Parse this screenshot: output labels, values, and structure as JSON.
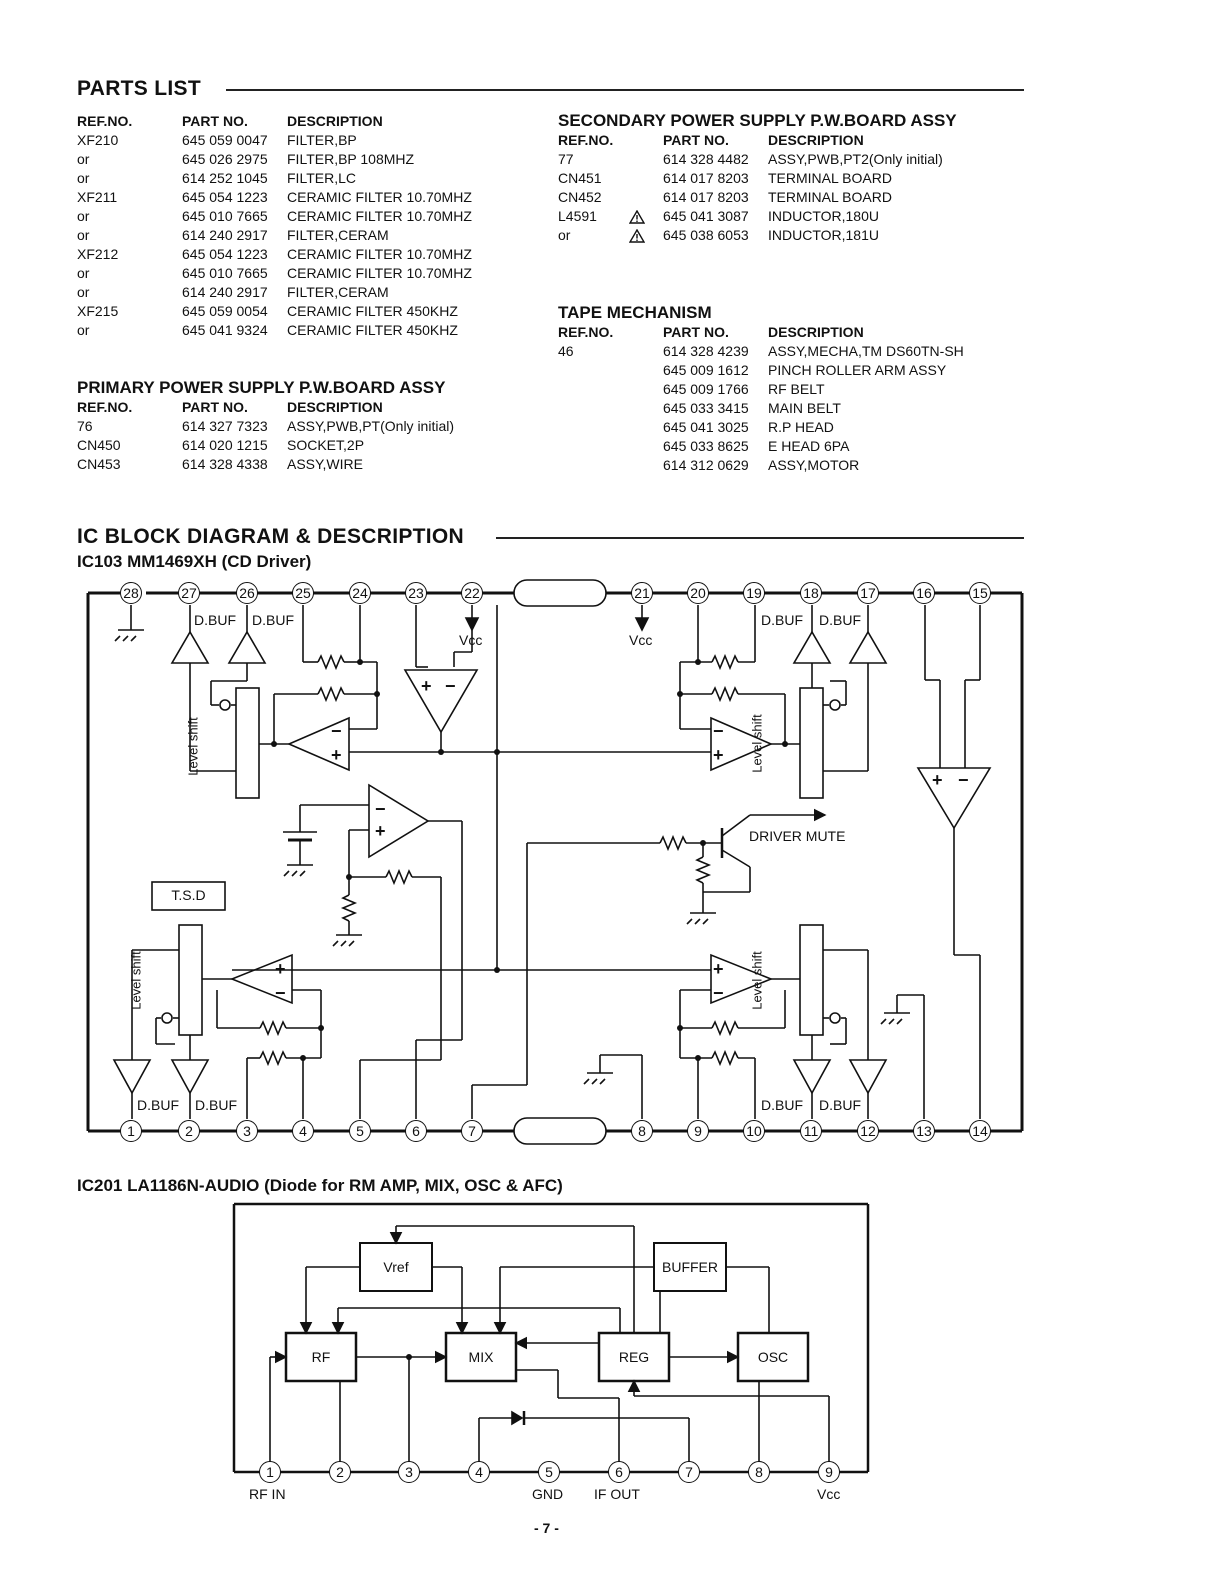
{
  "parts_list": {
    "heading": "PARTS  LIST",
    "columns": {
      "ref": "REF.NO.",
      "part": "PART  NO.",
      "desc": "DESCRIPTION"
    },
    "main_rows": [
      {
        "ref": "XF210",
        "part": "645 059 0047",
        "desc": "FILTER,BP"
      },
      {
        "ref": "or",
        "part": "645 026 2975",
        "desc": "FILTER,BP 108MHZ"
      },
      {
        "ref": "or",
        "part": "614 252 1045",
        "desc": "FILTER,LC"
      },
      {
        "ref": "XF211",
        "part": "645 054 1223",
        "desc": "CERAMIC FILTER 10.70MHZ"
      },
      {
        "ref": "or",
        "part": "645 010 7665",
        "desc": "CERAMIC FILTER 10.70MHZ"
      },
      {
        "ref": "or",
        "part": "614 240 2917",
        "desc": "FILTER,CERAM"
      },
      {
        "ref": "XF212",
        "part": "645 054 1223",
        "desc": "CERAMIC FILTER 10.70MHZ"
      },
      {
        "ref": "or",
        "part": "645 010 7665",
        "desc": "CERAMIC FILTER 10.70MHZ"
      },
      {
        "ref": "or",
        "part": "614 240 2917",
        "desc": "FILTER,CERAM"
      },
      {
        "ref": "XF215",
        "part": "645 059 0054",
        "desc": "CERAMIC FILTER 450KHZ"
      },
      {
        "ref": "or",
        "part": "645 041 9324",
        "desc": "CERAMIC FILTER 450KHZ"
      }
    ],
    "primary": {
      "heading": "PRIMARY POWER SUPPLY P.W.BOARD ASSY",
      "rows": [
        {
          "ref": "76",
          "part": "614 327 7323",
          "desc": "ASSY,PWB,PT(Only initial)"
        },
        {
          "ref": "CN450",
          "part": "614 020 1215",
          "desc": "SOCKET,2P"
        },
        {
          "ref": "CN453",
          "part": "614 328 4338",
          "desc": "ASSY,WIRE"
        }
      ]
    },
    "secondary": {
      "heading": "SECONDARY POWER SUPPLY P.W.BOARD ASSY",
      "rows": [
        {
          "ref": "77",
          "part": "614 328 4482",
          "desc": "ASSY,PWB,PT2(Only initial)",
          "warning": false
        },
        {
          "ref": "CN451",
          "part": "614 017 8203",
          "desc": "TERMINAL BOARD",
          "warning": false
        },
        {
          "ref": "CN452",
          "part": "614 017 8203",
          "desc": "TERMINAL BOARD",
          "warning": false
        },
        {
          "ref": "L4591",
          "part": "645 041 3087",
          "desc": "INDUCTOR,180U",
          "warning": true
        },
        {
          "ref": "or",
          "part": "645 038 6053",
          "desc": "INDUCTOR,181U",
          "warning": true
        }
      ]
    },
    "tape": {
      "heading": "TAPE MECHANISM",
      "rows": [
        {
          "ref": "46",
          "part": "614 328 4239",
          "desc": "ASSY,MECHA,TM DS60TN-SH"
        },
        {
          "ref": "",
          "part": "645 009 1612",
          "desc": "PINCH ROLLER ARM ASSY"
        },
        {
          "ref": "",
          "part": "645 009 1766",
          "desc": "RF BELT"
        },
        {
          "ref": "",
          "part": "645 033 3415",
          "desc": "MAIN BELT"
        },
        {
          "ref": "",
          "part": "645 041 3025",
          "desc": "R.P HEAD"
        },
        {
          "ref": "",
          "part": "645 033 8625",
          "desc": "E HEAD 6PA"
        },
        {
          "ref": "",
          "part": "614 312 0629",
          "desc": "ASSY,MOTOR"
        }
      ]
    }
  },
  "ic_section": {
    "heading": "IC  BLOCK  DIAGRAM & DESCRIPTION",
    "ic103": {
      "title": "IC103  MM1469XH  (CD Driver)",
      "top_pins": [
        "28",
        "27",
        "26",
        "25",
        "24",
        "23",
        "22",
        "21",
        "20",
        "19",
        "18",
        "17",
        "16",
        "15"
      ],
      "bottom_pins": [
        "1",
        "2",
        "3",
        "4",
        "5",
        "6",
        "7",
        "8",
        "9",
        "10",
        "11",
        "12",
        "13",
        "14"
      ],
      "dbuf": "D.BUF",
      "vcc": "Vcc",
      "level_shift": "Level shift",
      "tsd": "T.S.D",
      "driver_mute": "DRIVER MUTE"
    },
    "ic201": {
      "title": "IC201  LA1186N-AUDIO  (Diode for RM AMP, MIX, OSC & AFC)",
      "blocks": {
        "vref": "Vref",
        "buffer": "BUFFER",
        "rf": "RF",
        "mix": "MIX",
        "reg": "REG",
        "osc": "OSC"
      },
      "pins": [
        "1",
        "2",
        "3",
        "4",
        "5",
        "6",
        "7",
        "8",
        "9"
      ],
      "pin_labels": {
        "rf_in": "RF IN",
        "gnd": "GND",
        "if_out": "IF OUT",
        "vcc": "Vcc"
      }
    }
  },
  "page_number": "- 7 -"
}
